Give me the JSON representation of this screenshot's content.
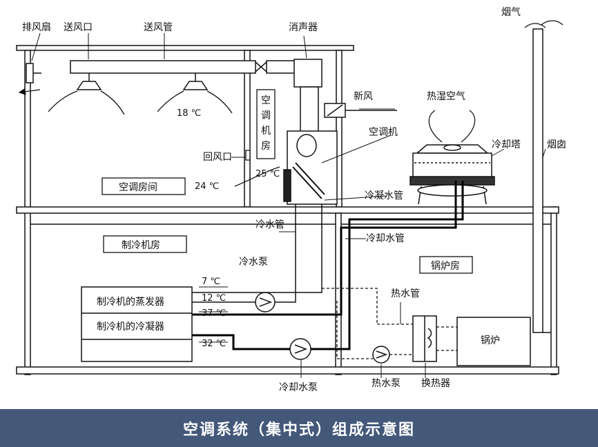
{
  "labels": {
    "exhaust_fan": "排风扇",
    "supply_outlet": "送风口",
    "supply_duct": "送风管",
    "muffler": "消声器",
    "flue_gas": "烟气",
    "fresh_air": "新风",
    "hot_humid_air": "热湿空气",
    "ahu_room": "空调机房",
    "ahu": "空调机",
    "temp_18": "18 ℃",
    "return_vent": "回风口",
    "cooling_tower": "冷却塔",
    "chimney": "烟囱",
    "temp_25": "25 ℃",
    "ac_room": "空调房间",
    "temp_24": "24 ℃",
    "condensate_pipe": "冷凝水管",
    "chilled_water_pipe": "冷水管",
    "cooling_water_pipe": "冷却水管",
    "chiller_room": "制冷机房",
    "chilled_water_pump": "冷水泵",
    "boiler_room": "锅炉房",
    "temp_7": "7 ℃",
    "evaporator": "制冷机的蒸发器",
    "temp_12": "12 ℃",
    "hot_water_pipe": "热水管",
    "temp_37": "37 ℃",
    "condenser": "制冷机的冷凝器",
    "boiler": "锅炉",
    "temp_32": "32 ℃",
    "cooling_water_pump": "冷却水泵",
    "hot_water_pump": "热水泵",
    "heat_exchanger": "换热器"
  },
  "caption": "空调系统（集中式）组成示意图",
  "colors": {
    "caption_bg": "#44587a",
    "line": "#111111"
  }
}
